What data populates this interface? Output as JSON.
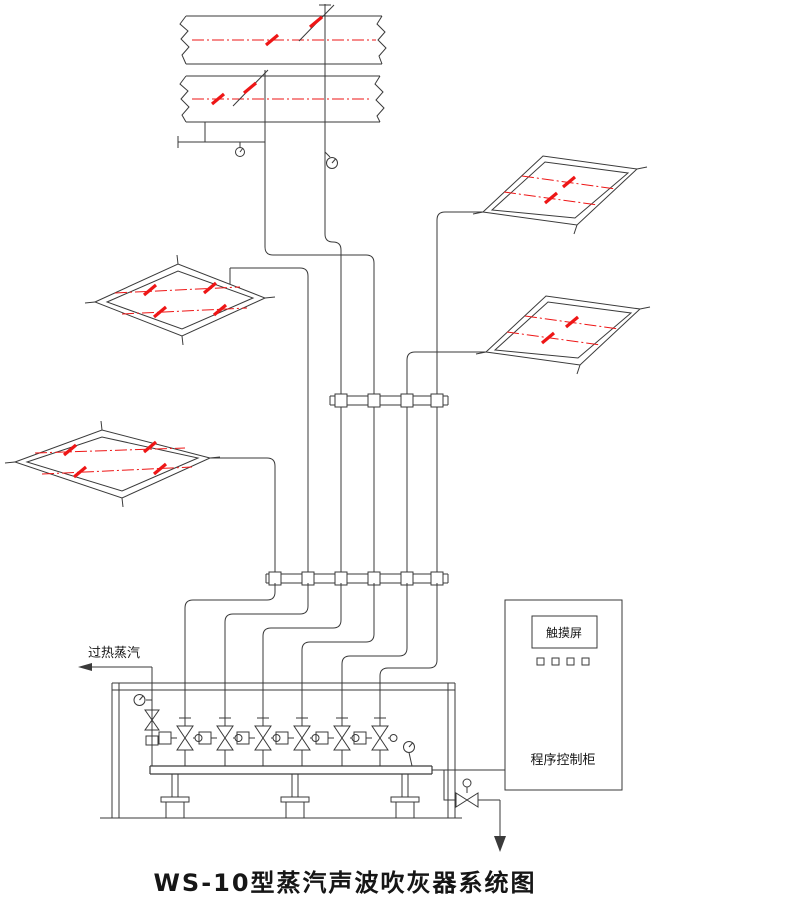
{
  "title": "WS-10型蒸汽声波吹灰器系统图",
  "labels": {
    "steam_inlet": "过热蒸汽",
    "touch_screen": "触摸屏",
    "control_cabinet": "程序控制柜"
  },
  "colors": {
    "line": "#3a3a3a",
    "centerline": "#ee1616",
    "background": "#ffffff"
  }
}
